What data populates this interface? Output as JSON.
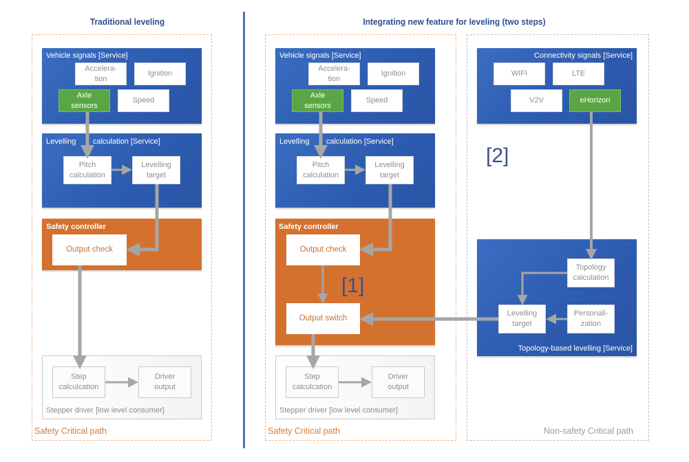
{
  "titles": {
    "left": "Traditional leveling",
    "right": "Integrating new feature for leveling (two steps)"
  },
  "colors": {
    "service_blue": "#2d5cb0",
    "controller_orange": "#d5712e",
    "sensor_green": "#5aa644",
    "arrow_gray": "#a6a6a6",
    "title_blue": "#2f4f8a",
    "safety_path_label": "#d97a36"
  },
  "traditional": {
    "vehicle_signals": {
      "label": "Vehicle signals [Service]",
      "nodes": [
        "Accelera-\ntion",
        "Ignition",
        "Axle\nsensors",
        "Speed"
      ]
    },
    "levelling_calc": {
      "label": "Levelling        calculation [Service]",
      "nodes": [
        "Pitch\ncalculation",
        "Levelling\ntarget"
      ]
    },
    "safety_controller": {
      "label": "Safety controller",
      "nodes": [
        "Output check"
      ]
    },
    "stepper_driver": {
      "label": "Stepper driver [low level consumer]",
      "nodes": [
        "Step\ncalculcation",
        "Driver\noutput"
      ]
    },
    "path_label": "Safety Critical path"
  },
  "integrating": {
    "vehicle_signals": {
      "label": "Vehicle signals [Service]",
      "nodes": [
        "Accelera-\ntion",
        "Ignition",
        "Axle\nsensors",
        "Speed"
      ]
    },
    "levelling_calc": {
      "label": "Levelling        calculation [Service]",
      "nodes": [
        "Pitch\ncalculation",
        "Levelling\ntarget"
      ]
    },
    "safety_controller": {
      "label": "Safety controller",
      "nodes": [
        "Output check",
        "Output switch"
      ]
    },
    "stepper_driver": {
      "label": "Stepper driver [low level consumer]",
      "nodes": [
        "Step\ncalculcation",
        "Driver\noutput"
      ]
    },
    "step1_marker": "[1]",
    "path_label": "Safety Critical path"
  },
  "non_safety": {
    "connectivity": {
      "label": "Connectivity signals [Service]",
      "nodes": [
        "WIFI",
        "LTE",
        "V2V",
        "eHorizon"
      ]
    },
    "topology_levelling": {
      "label": "Topology-based levelling [Service]",
      "nodes": [
        "Topology\ncalculation",
        "Levelling\ntarget",
        "Personali-\nzation"
      ]
    },
    "step2_marker": "[2]",
    "path_label": "Non-safety Critical path"
  }
}
